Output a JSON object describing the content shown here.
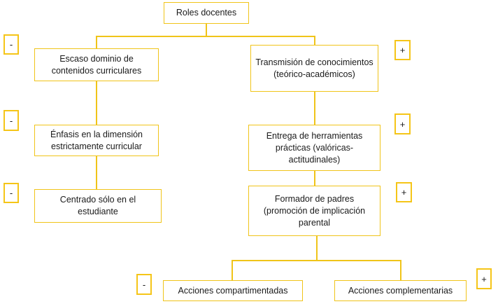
{
  "diagram": {
    "title_node": {
      "text": "Roles docentes"
    },
    "left_branch": [
      {
        "text": "Escaso dominio de contenidos curriculares"
      },
      {
        "text": "Énfasis en la dimensión estrictamente curricular"
      },
      {
        "text": "Centrado sólo en el estudiante"
      }
    ],
    "right_branch": [
      {
        "text": "Transmisión de conocimientos (teórico-académicos)"
      },
      {
        "text": "Entrega de herramientas prácticas (valóricas-actitudinales)"
      },
      {
        "text": "Formador de padres (promoción de implicación parental"
      }
    ],
    "bottom_row": [
      {
        "text": "Acciones compartimentadas"
      },
      {
        "text": "Acciones complementarias"
      }
    ],
    "markers": {
      "minus": "-",
      "plus": "+"
    },
    "colors": {
      "border": "#f0c419",
      "marker_border": "#f5c518",
      "text": "#1a1a1a",
      "background": "#ffffff"
    }
  }
}
